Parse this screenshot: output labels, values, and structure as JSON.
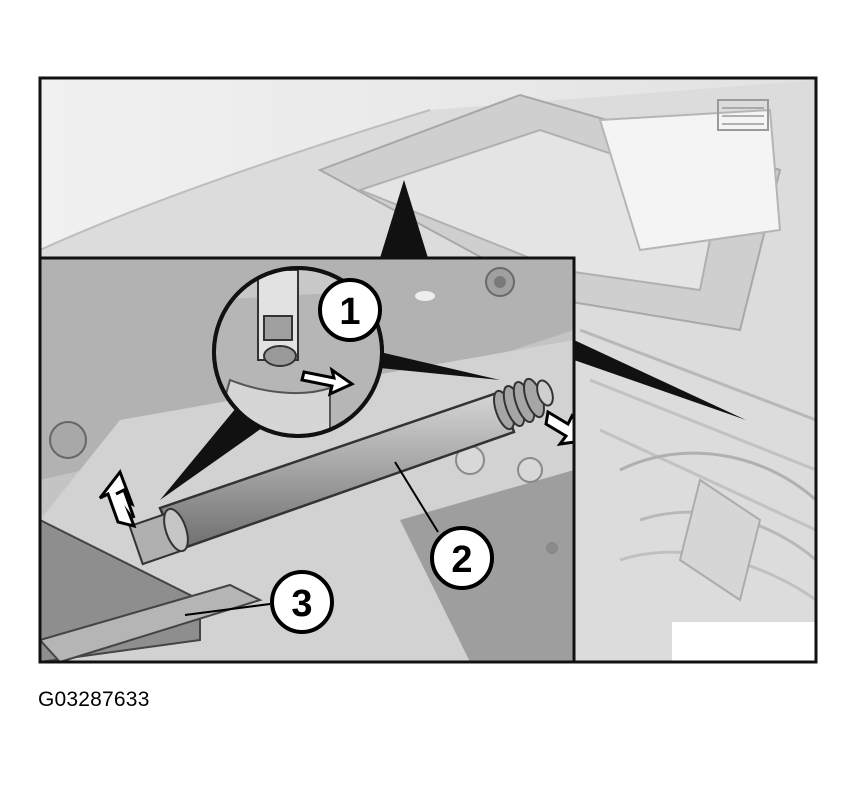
{
  "figure": {
    "id_label": "G03287633",
    "callouts": [
      {
        "number": "1"
      },
      {
        "number": "2"
      },
      {
        "number": "3"
      }
    ],
    "colors": {
      "frame": "#111111",
      "background_panel": "#e8e8e8",
      "inset_panel": "#bdbdbd",
      "strut_body": "#9a9a9a"
    }
  }
}
